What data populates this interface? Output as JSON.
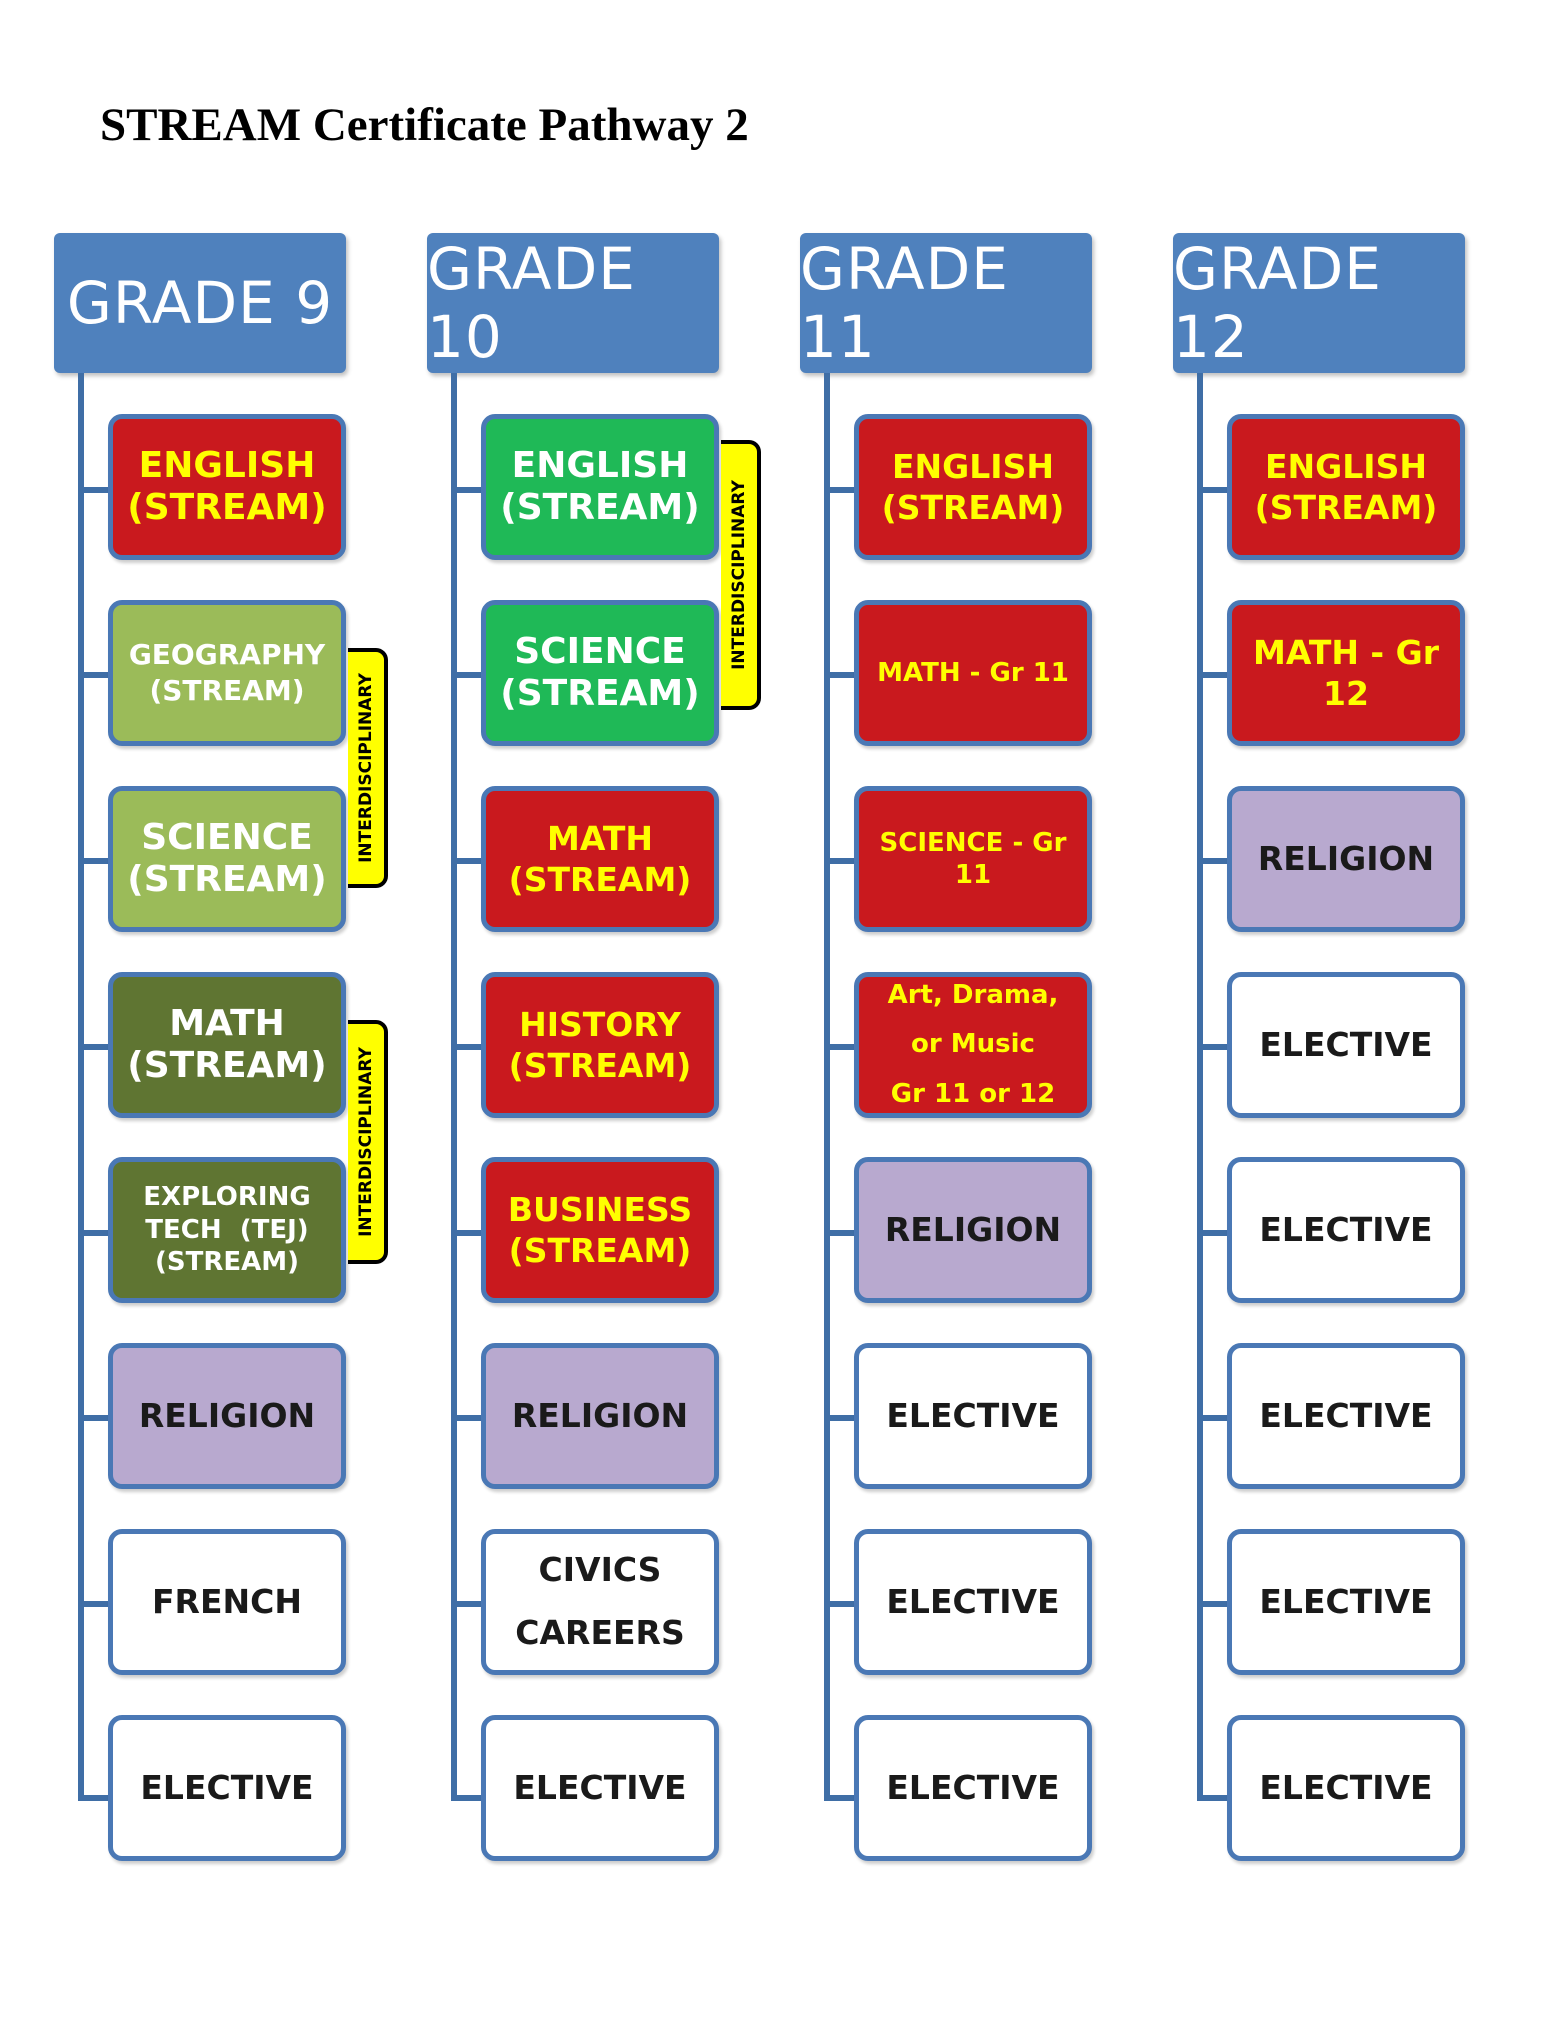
{
  "title": "STREAM Certificate Pathway 2",
  "colors": {
    "header": "#4f81bd",
    "connector": "#3f6ea6",
    "red": "#c9191e",
    "yellow_text": "#ffff00",
    "light_green": "#9bbb59",
    "dark_green": "#5f7532",
    "bright_green": "#1fb957",
    "lavender": "#b8a9cf",
    "bracket": "#ffff00"
  },
  "grades": [
    {
      "label": "GRADE 9",
      "courses": [
        {
          "lines": [
            "ENGLISH",
            "(STREAM)"
          ]
        },
        {
          "lines": [
            "GEOGRAPHY",
            "(STREAM)"
          ]
        },
        {
          "lines": [
            "SCIENCE",
            "(STREAM)"
          ]
        },
        {
          "lines": [
            "MATH",
            "(STREAM)"
          ]
        },
        {
          "lines": [
            "EXPLORING",
            "TECH  (TEJ)",
            "(STREAM)"
          ]
        },
        {
          "lines": [
            "RELIGION"
          ]
        },
        {
          "lines": [
            "FRENCH"
          ]
        },
        {
          "lines": [
            "ELECTIVE"
          ]
        }
      ]
    },
    {
      "label": "GRADE 10",
      "courses": [
        {
          "lines": [
            "ENGLISH",
            "(STREAM)"
          ]
        },
        {
          "lines": [
            "SCIENCE",
            "(STREAM)"
          ]
        },
        {
          "lines": [
            "MATH",
            "(STREAM)"
          ]
        },
        {
          "lines": [
            "HISTORY",
            "(STREAM)"
          ]
        },
        {
          "lines": [
            "BUSINESS",
            "(STREAM)"
          ]
        },
        {
          "lines": [
            "RELIGION"
          ]
        },
        {
          "lines": [
            "CIVICS",
            "CAREERS"
          ]
        },
        {
          "lines": [
            "ELECTIVE"
          ]
        }
      ]
    },
    {
      "label": "GRADE 11",
      "courses": [
        {
          "lines": [
            "ENGLISH",
            "(STREAM)"
          ]
        },
        {
          "lines": [
            "MATH - Gr 11"
          ]
        },
        {
          "lines": [
            "SCIENCE - Gr 11"
          ]
        },
        {
          "lines": [
            "Art, Drama,",
            "or Music",
            "Gr 11 or 12"
          ]
        },
        {
          "lines": [
            "RELIGION"
          ]
        },
        {
          "lines": [
            "ELECTIVE"
          ]
        },
        {
          "lines": [
            "ELECTIVE"
          ]
        },
        {
          "lines": [
            "ELECTIVE"
          ]
        }
      ]
    },
    {
      "label": "GRADE 12",
      "courses": [
        {
          "lines": [
            "ENGLISH",
            "(STREAM)"
          ]
        },
        {
          "lines": [
            "MATH - Gr 12"
          ]
        },
        {
          "lines": [
            "RELIGION"
          ]
        },
        {
          "lines": [
            "ELECTIVE"
          ]
        },
        {
          "lines": [
            "ELECTIVE"
          ]
        },
        {
          "lines": [
            "ELECTIVE"
          ]
        },
        {
          "lines": [
            "ELECTIVE"
          ]
        },
        {
          "lines": [
            "ELECTIVE"
          ]
        }
      ]
    }
  ],
  "brackets": [
    {
      "label": "INTERDISCIPLINARY"
    },
    {
      "label": "INTERDISCIPLINARY"
    },
    {
      "label": "INTERDISCIPLINARY"
    }
  ]
}
